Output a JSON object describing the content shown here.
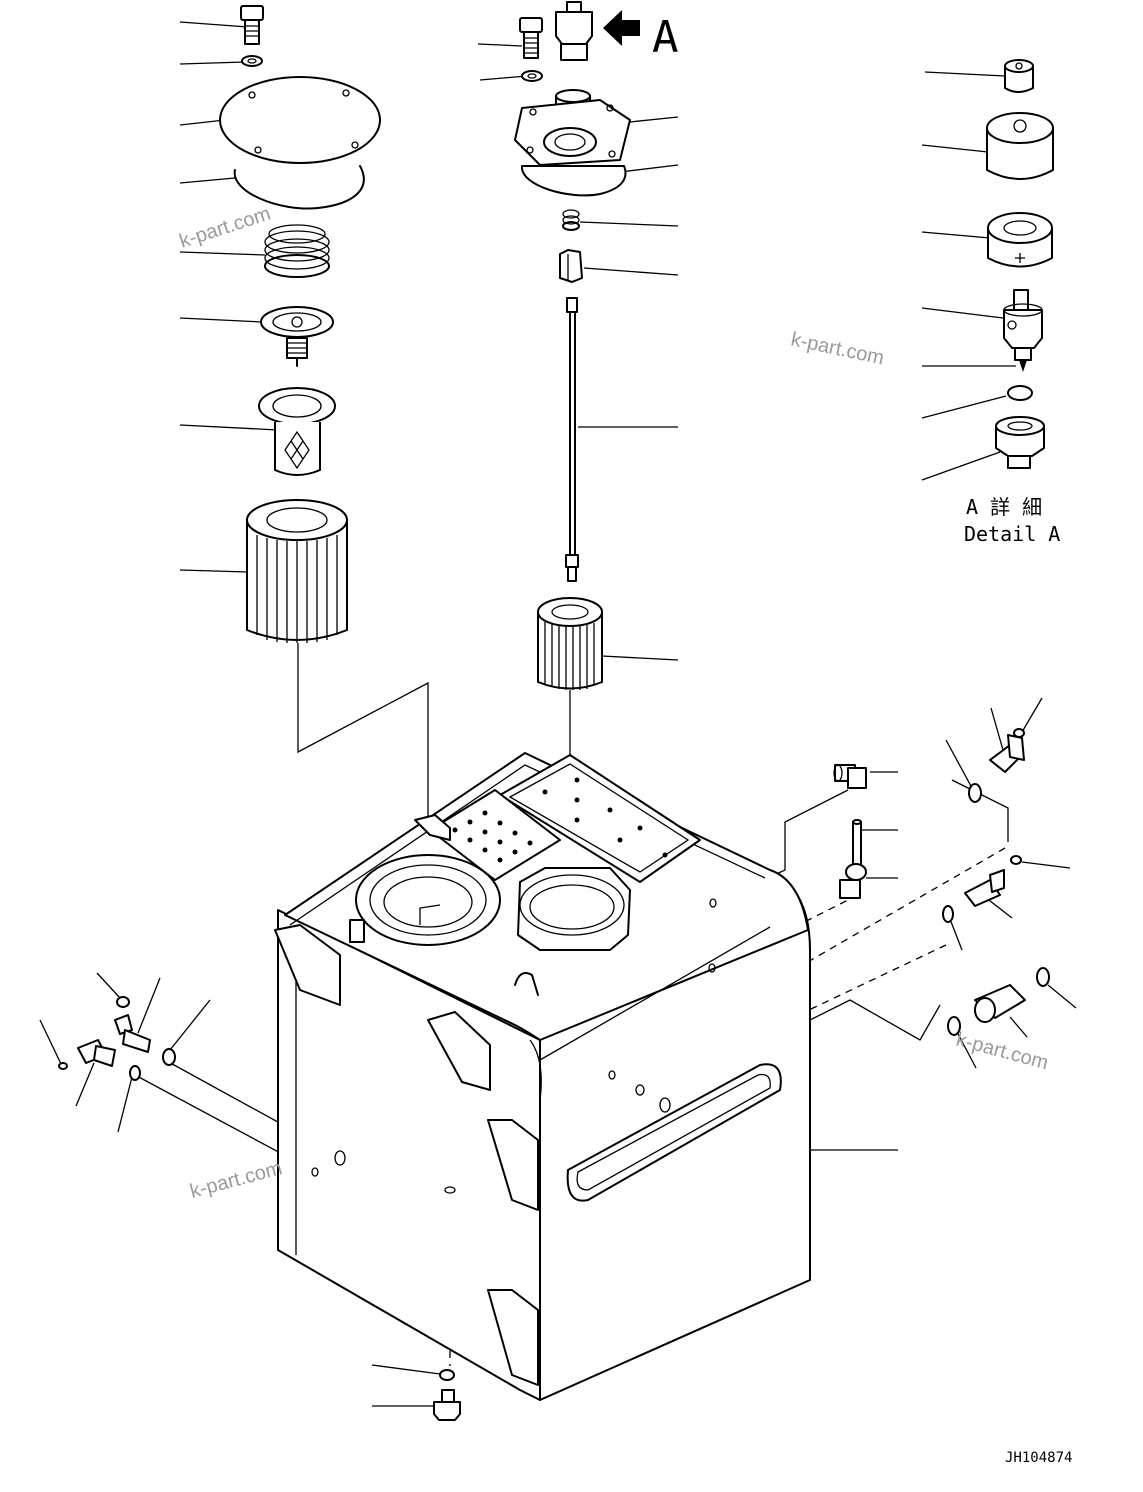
{
  "view_label": "A",
  "detail_title_jp": "A 詳 細",
  "detail_title_en": "Detail A",
  "drawing_number": "JH104874",
  "watermark": "k-part.com",
  "icons": {
    "view_arrow": "arrow-left-icon"
  }
}
